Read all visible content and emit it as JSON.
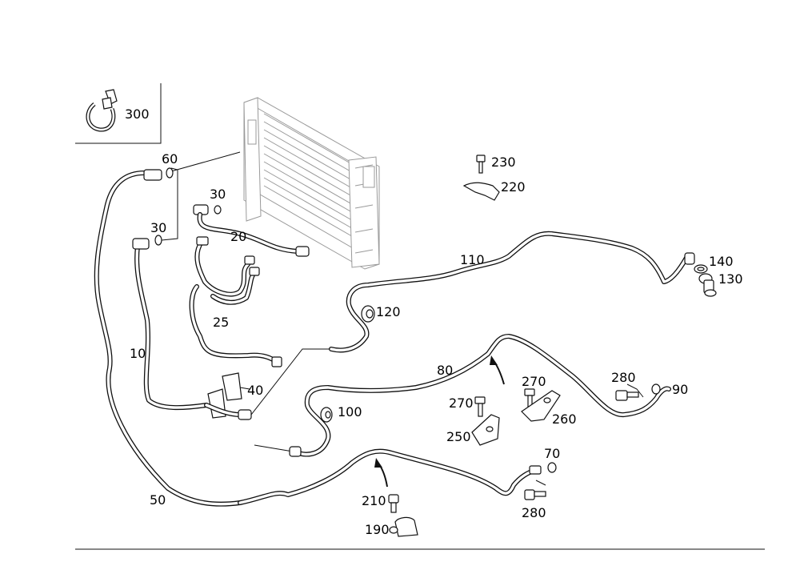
{
  "colors": {
    "line": "#111111",
    "radiator": "#9a9a9a",
    "background": "#ffffff"
  },
  "callouts": {
    "c300": "300",
    "c60": "60",
    "c30a": "30",
    "c30b": "30",
    "c20": "20",
    "c25": "25",
    "c10": "10",
    "c40": "40",
    "c50": "50",
    "c110": "110",
    "c120": "120",
    "c100": "100",
    "c80": "80",
    "c230": "230",
    "c220": "220",
    "c140": "140",
    "c130": "130",
    "c270a": "270",
    "c270b": "270",
    "c260": "260",
    "c250": "250",
    "c280a": "280",
    "c90": "90",
    "c70": "70",
    "c280b": "280",
    "c210": "210",
    "c190": "190"
  },
  "icons": [
    "hose-clamp-icon",
    "radiator-icon",
    "arrow-icon",
    "bolt-icon",
    "bracket-icon",
    "grommet-icon",
    "o-ring-icon"
  ]
}
